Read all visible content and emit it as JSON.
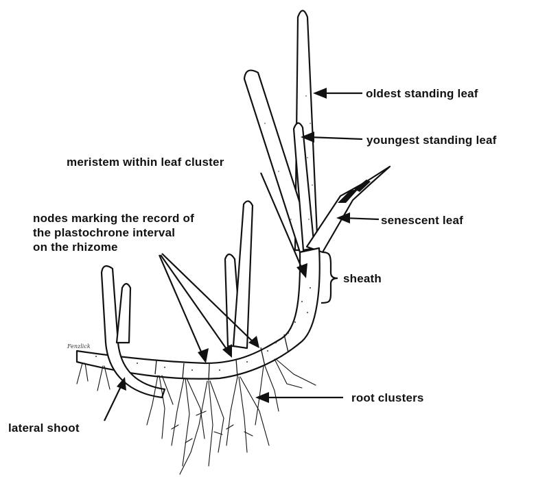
{
  "labels": {
    "oldest_standing_leaf": "oldest standing leaf",
    "youngest_standing_leaf": "youngest standing leaf",
    "meristem": "meristem within leaf cluster",
    "senescent_leaf": "senescent  leaf",
    "nodes_line1": "nodes marking the record of",
    "nodes_line2": "the plastochrone interval",
    "nodes_line3": "on the rhizome",
    "sheath": "sheath",
    "root_clusters": "root clusters",
    "lateral_shoot": "lateral shoot",
    "artist_signature": "Fenzlick"
  },
  "colors": {
    "ink": "#111111",
    "background": "#ffffff"
  }
}
